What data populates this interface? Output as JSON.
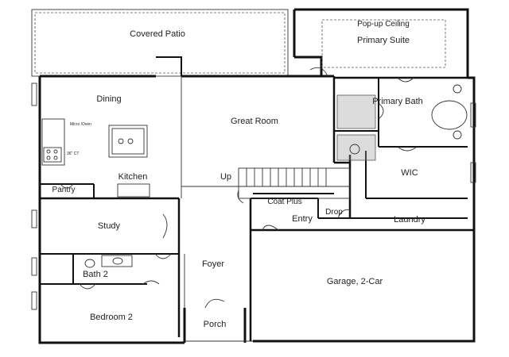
{
  "plan": {
    "rooms": {
      "covered_patio": "Covered Patio",
      "popup_ceiling": "Pop-up Ceiling",
      "primary_suite": "Primary Suite",
      "dining": "Dining",
      "micro_oven": "Micro /Oven",
      "ct": "36\" CT",
      "great_room": "Great Room",
      "primary_bath": "Primary Bath",
      "kitchen": "Kitchen",
      "up": "Up",
      "pantry": "Pantry",
      "wic": "WIC",
      "coat_plus": "Coat Plus",
      "drop": "Drop",
      "entry": "Entry",
      "laundry": "Laundry",
      "study": "Study",
      "foyer": "Foyer",
      "bath2": "Bath 2",
      "garage": "Garage, 2-Car",
      "bedroom2": "Bedroom 2",
      "porch": "Porch"
    }
  }
}
